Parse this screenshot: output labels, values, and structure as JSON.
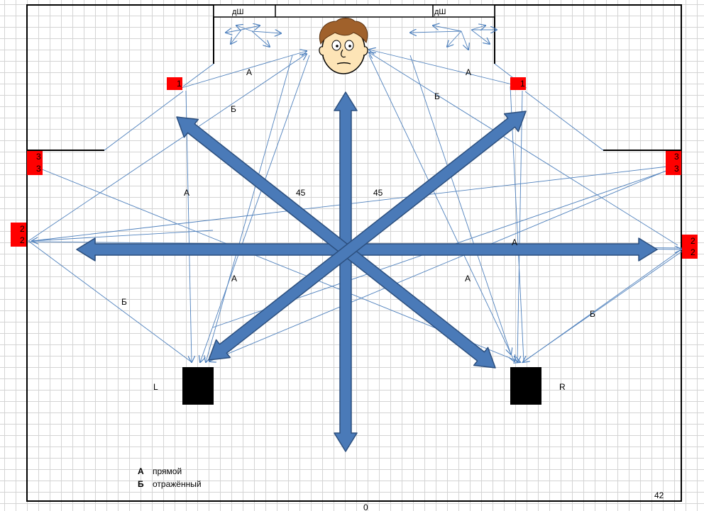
{
  "colors": {
    "ray": "#4f81bd",
    "big_arrow_fill": "#4a7ab8",
    "big_arrow_stroke": "#2c4f7e",
    "panel": "#ff0000",
    "speaker": "#000000",
    "face_skin": "#fde4b6",
    "face_hair": "#a0612b"
  },
  "window_labels": [
    "дШ",
    "дШ"
  ],
  "angle_labels": [
    "45",
    "45"
  ],
  "ray_labels": {
    "direct": "А",
    "reflected": "Б"
  },
  "panel_labels": [
    "1",
    "1",
    "3",
    "3",
    "3",
    "3",
    "2",
    "2",
    "2",
    "2"
  ],
  "speakers": {
    "left": "L",
    "right": "R"
  },
  "legend": [
    {
      "key": "А",
      "text": "прямой"
    },
    {
      "key": "Б",
      "text": "отражённый"
    }
  ],
  "corner_number": "42",
  "bottom_number": "0"
}
